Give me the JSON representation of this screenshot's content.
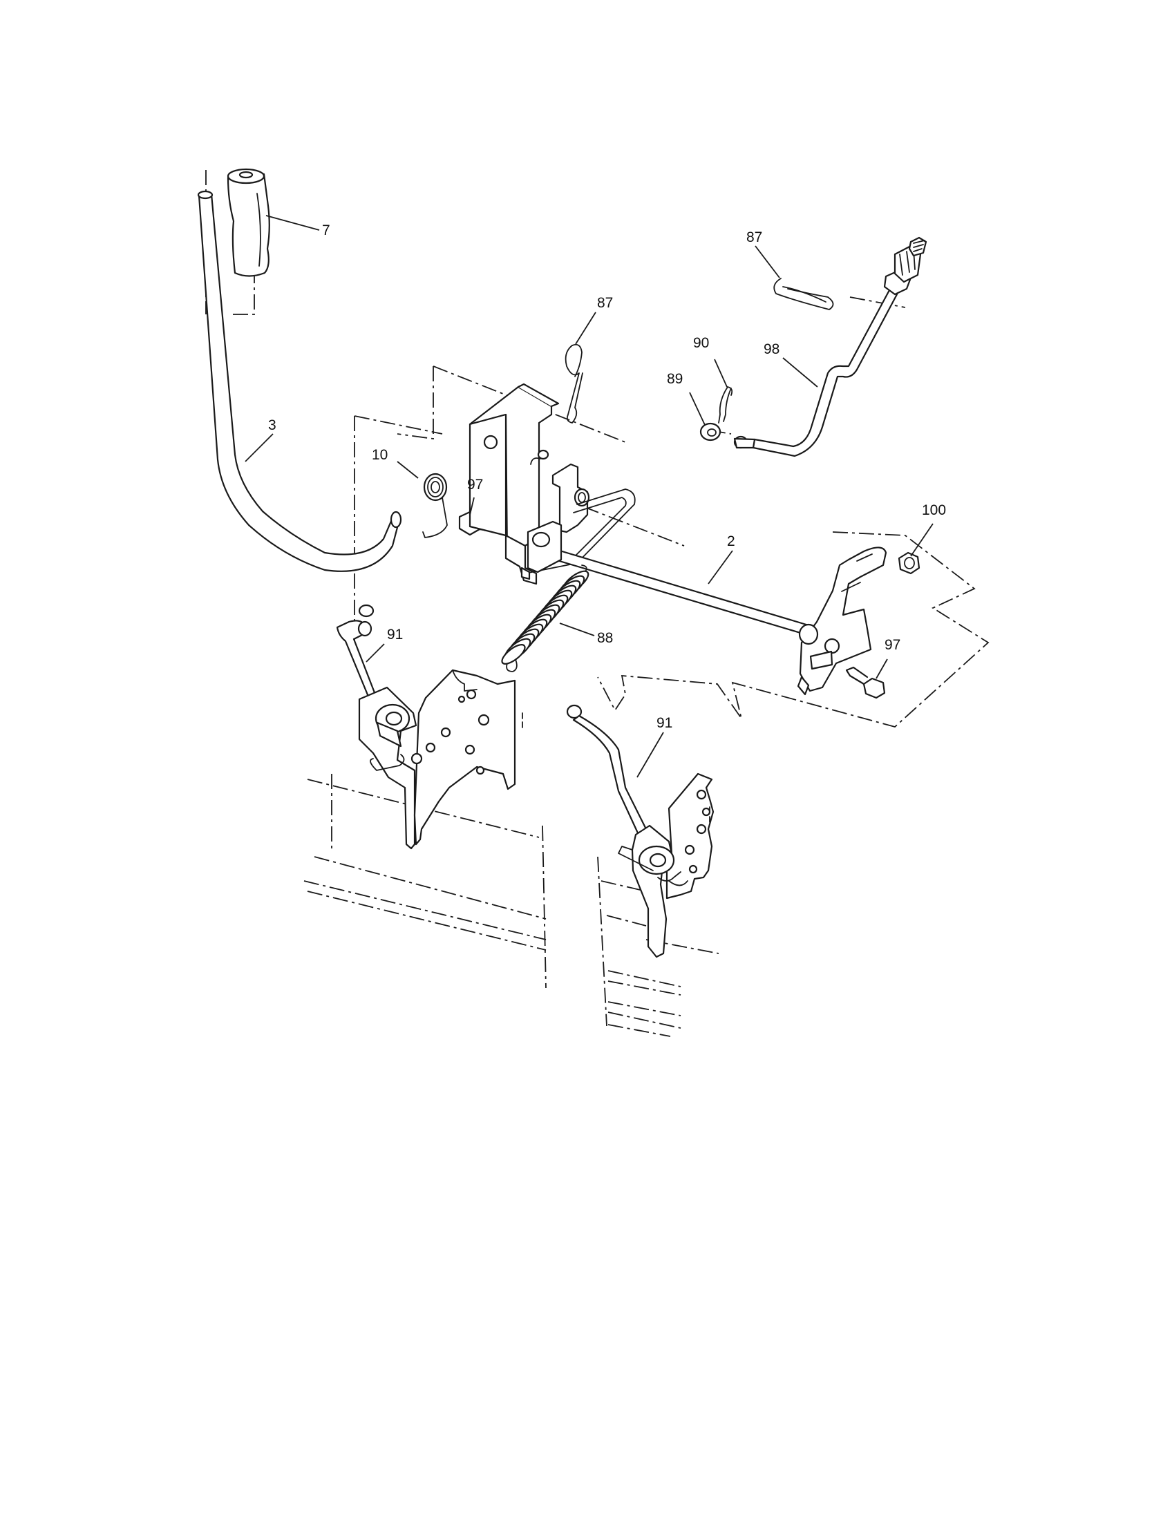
{
  "diagram": {
    "callouts": [
      {
        "id": "grip",
        "text": "7"
      },
      {
        "id": "lever",
        "text": "3"
      },
      {
        "id": "spring-small",
        "text": "10"
      },
      {
        "id": "bolt-left",
        "text": "97"
      },
      {
        "id": "clip-left",
        "text": "87"
      },
      {
        "id": "clip-right",
        "text": "87"
      },
      {
        "id": "pin",
        "text": "90"
      },
      {
        "id": "washer",
        "text": "89"
      },
      {
        "id": "rod",
        "text": "98"
      },
      {
        "id": "nut",
        "text": "100"
      },
      {
        "id": "shaft",
        "text": "2"
      },
      {
        "id": "bolt-right",
        "text": "97"
      },
      {
        "id": "spring-large",
        "text": "88"
      },
      {
        "id": "link-left",
        "text": "91"
      },
      {
        "id": "link-right",
        "text": "91"
      }
    ]
  }
}
